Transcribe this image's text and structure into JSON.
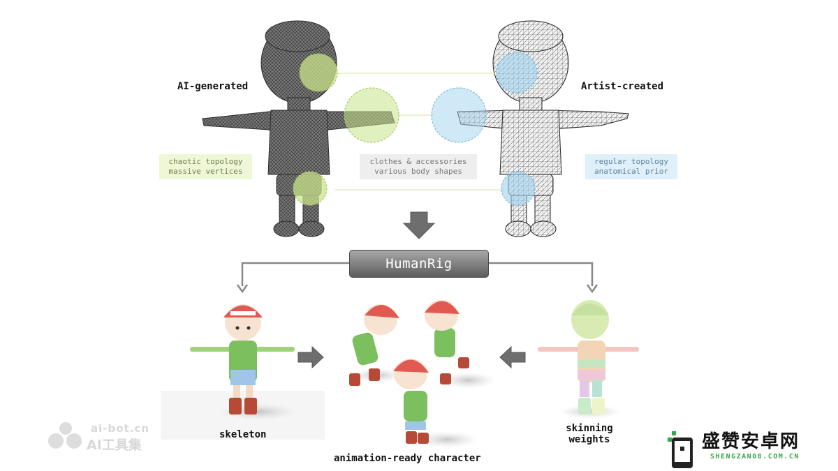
{
  "top": {
    "left_label": "AI-generated",
    "right_label": "Artist-created",
    "left_tag": [
      "chaotic topology",
      "massive vertices"
    ],
    "middle_tag": [
      "clothes & accessories",
      "various body shapes"
    ],
    "right_tag": [
      "regular topology",
      "anatomical prior"
    ]
  },
  "center_box": {
    "label": "HumanRig"
  },
  "bottom": {
    "skeleton_label": "skeleton",
    "animation_label": "animation-ready character",
    "skinning_label": [
      "skinning",
      "weights"
    ]
  },
  "watermarks": {
    "left_url": "ai-bot.cn",
    "left_name": "AI工具集",
    "right_name": "盛赞安卓网",
    "right_url": "SHENGZAN08.COM.CN"
  },
  "colors": {
    "accent_green": "#c9e38a",
    "accent_blue": "#9fd3f0",
    "arrow_gray": "#777777",
    "box_gray": "#7a7a7a"
  }
}
